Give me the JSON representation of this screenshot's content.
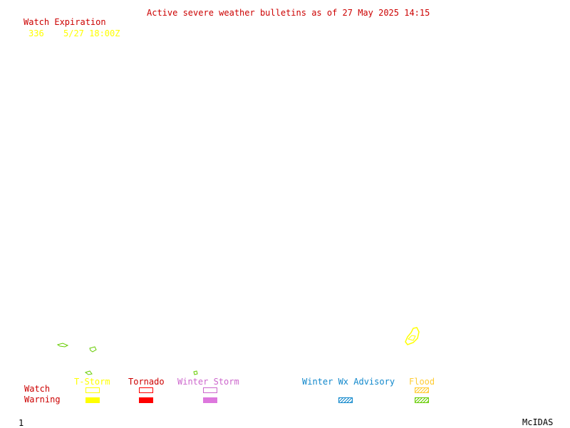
{
  "header": {
    "title": "Active severe weather bulletins as of 27 May 2025 14:15"
  },
  "watch_list": {
    "heading": "Watch Expiration",
    "rows": [
      {
        "id": "336",
        "expires": "5/27 18:00Z"
      }
    ]
  },
  "legend": {
    "row_watch": "Watch",
    "row_warning": "Warning",
    "categories": [
      {
        "label": "T-Storm",
        "color": "#ffff00"
      },
      {
        "label": "Tornado",
        "color": "#cc0000"
      },
      {
        "label": "Winter Storm",
        "color": "#cc66cc"
      },
      {
        "label": "Winter Wx Advisory",
        "color": "#1188cc"
      },
      {
        "label": "Flood",
        "color": "#ffcc33"
      }
    ],
    "swatch_colors": {
      "tstorm": "#ffff00",
      "tornado": "#ff0000",
      "winter_storm": "#cc66cc",
      "winter_adv": "#1188cc",
      "flood_watch": "#ffcc33",
      "flood_warning": "#66cc00"
    }
  },
  "footer": {
    "frame_number": "1",
    "brand": "McIDAS"
  }
}
